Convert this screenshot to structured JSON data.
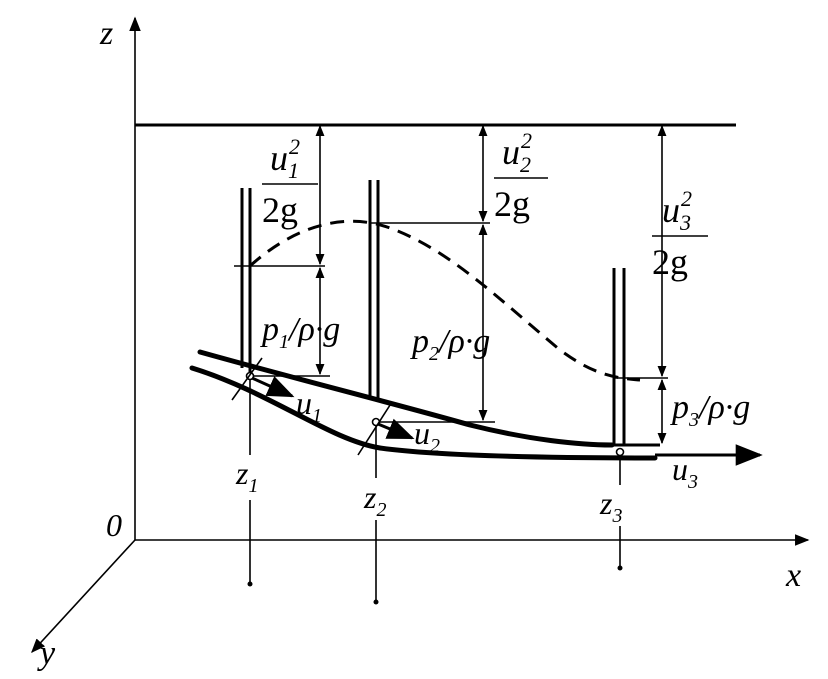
{
  "axes": {
    "z": "z",
    "x": "x",
    "y": "y",
    "origin": "0"
  },
  "velocity_heads": [
    {
      "num": "u",
      "sub": "1",
      "sup": "2",
      "den": "2g"
    },
    {
      "num": "u",
      "sub": "2",
      "sup": "2",
      "den": "2g"
    },
    {
      "num": "u",
      "sub": "3",
      "sup": "2",
      "den": "2g"
    }
  ],
  "pressure_heads": [
    {
      "p": "p",
      "sub": "1",
      "rest": "/ρ·g"
    },
    {
      "p": "p",
      "sub": "2",
      "rest": "/ρ·g"
    },
    {
      "p": "p",
      "sub": "3",
      "rest": "/ρ·g"
    }
  ],
  "velocities": [
    {
      "sym": "u",
      "sub": "1"
    },
    {
      "sym": "u",
      "sub": "2"
    },
    {
      "sym": "u",
      "sub": "3"
    }
  ],
  "elevations": [
    {
      "sym": "z",
      "sub": "1"
    },
    {
      "sym": "z",
      "sub": "2"
    },
    {
      "sym": "z",
      "sub": "3"
    }
  ]
}
